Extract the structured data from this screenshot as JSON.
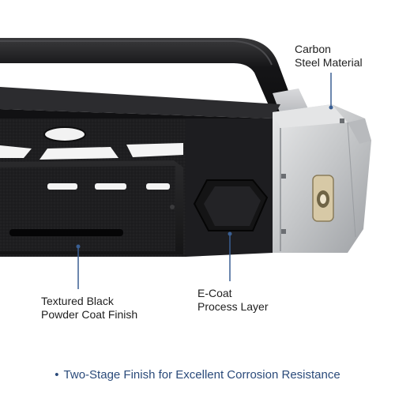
{
  "callouts": {
    "material": {
      "line1": "Carbon",
      "line2": "Steel Material"
    },
    "powder_coat": {
      "line1": "Textured Black",
      "line2": "Powder Coat Finish"
    },
    "ecoat": {
      "line1": "E-Coat",
      "line2": "Process Layer"
    }
  },
  "footer": {
    "bullet": "•",
    "text": "Two-Stage Finish for Excellent Corrosion Resistance"
  },
  "colors": {
    "accent_line": "#3a5f93",
    "footer_text": "#2a4a7a",
    "bumper_black": "#1c1c1e",
    "bumper_silver": "#c8c9cb"
  }
}
